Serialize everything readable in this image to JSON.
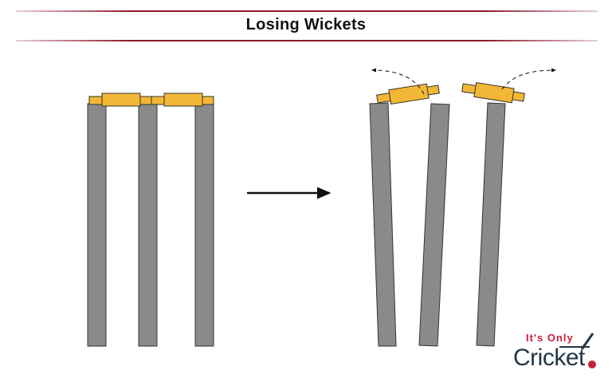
{
  "title": "Losing Wickets",
  "colors": {
    "stump": "#8a8a8a",
    "bail": "#f2b736",
    "outline": "#333333",
    "rule": "#8c1428",
    "logo_red": "#c8203a",
    "logo_dark": "#233645"
  },
  "logo": {
    "line1": "It's Only",
    "line2": "Cricket"
  },
  "panels": [
    {
      "state": "intact wicket",
      "stumps": 3,
      "bails": 2
    },
    {
      "state": "broken wicket",
      "stumps": 3,
      "bails": 2,
      "bails_flying": true
    }
  ],
  "transition_icon": "arrow-right-icon"
}
